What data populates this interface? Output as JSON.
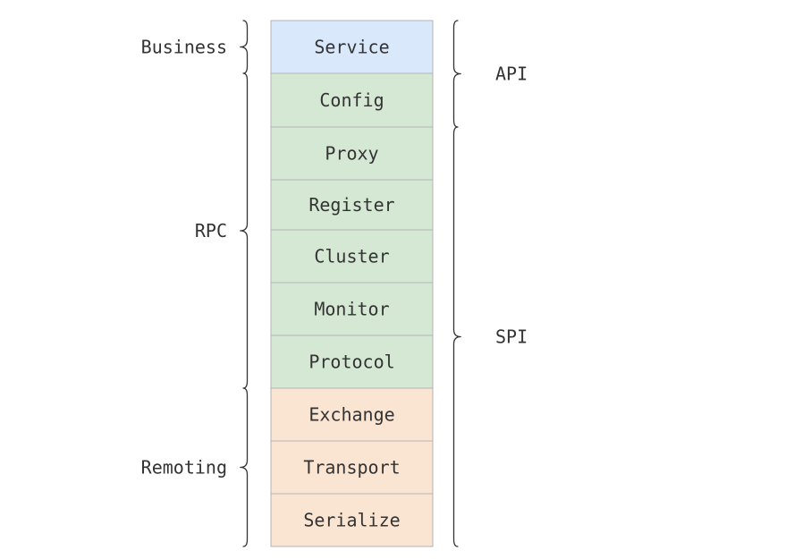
{
  "layers": [
    {
      "label": "Service",
      "fill": "#dae8fc"
    },
    {
      "label": "Config",
      "fill": "#d5e8d4"
    },
    {
      "label": "Proxy",
      "fill": "#d5e8d4"
    },
    {
      "label": "Register",
      "fill": "#d5e8d4"
    },
    {
      "label": "Cluster",
      "fill": "#d5e8d4"
    },
    {
      "label": "Monitor",
      "fill": "#d5e8d4"
    },
    {
      "label": "Protocol",
      "fill": "#d5e8d4"
    },
    {
      "label": "Exchange",
      "fill": "#fae5d3"
    },
    {
      "label": "Transport",
      "fill": "#fae5d3"
    },
    {
      "label": "Serialize",
      "fill": "#fae5d3"
    }
  ],
  "left_groups": [
    {
      "label": "Business",
      "from_layer": 0,
      "to_layer": 0
    },
    {
      "label": "RPC",
      "from_layer": 1,
      "to_layer": 6
    },
    {
      "label": "Remoting",
      "from_layer": 7,
      "to_layer": 9
    }
  ],
  "right_groups": [
    {
      "label": "API",
      "from_layer": 0,
      "to_layer": 1
    },
    {
      "label": "SPI",
      "from_layer": 2,
      "to_layer": 9
    }
  ]
}
